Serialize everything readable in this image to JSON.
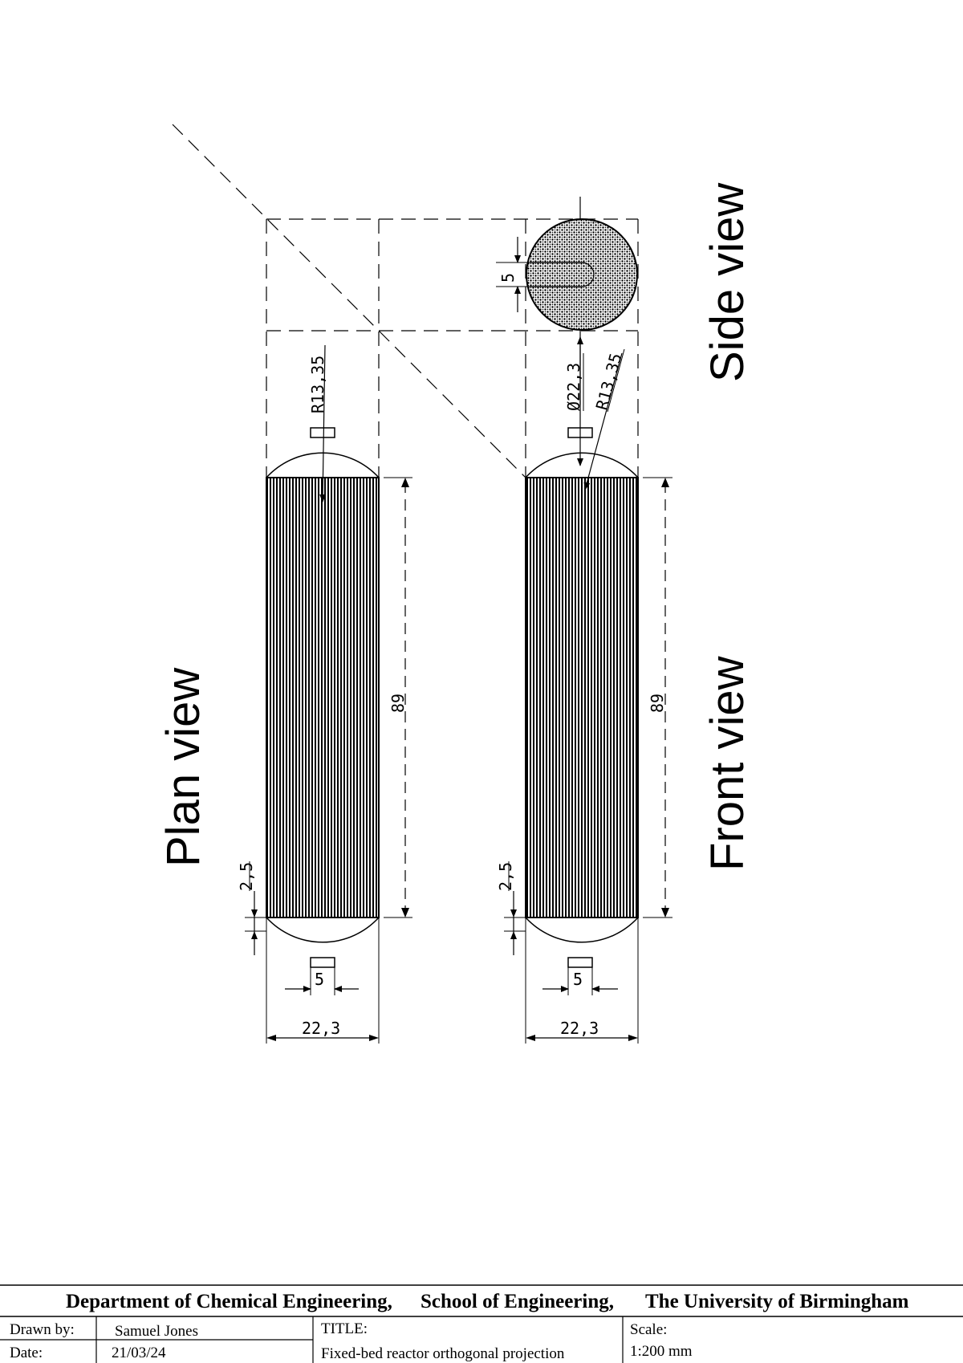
{
  "views": {
    "plan": "Plan view",
    "front": "Front view",
    "side": "Side view"
  },
  "dimensions": {
    "plan_radius": "R13,35",
    "plan_length": "89",
    "plan_offset": "2,5",
    "plan_nozzle": "5",
    "plan_width": "22,3",
    "front_diameter": "Ø22,3",
    "front_radius": "R13,35",
    "front_length": "89",
    "front_offset": "2,5",
    "front_nozzle": "5",
    "front_width": "22,3",
    "side_nozzle": "5"
  },
  "title_block": {
    "department": "Department of Chemical Engineering,",
    "school": "School of Engineering,",
    "university": "The University of Birmingham",
    "drawn_by_label": "Drawn by:",
    "drawn_by_value": "Samuel Jones",
    "date_label": "Date:",
    "date_value": "21/03/24",
    "title_label": "TITLE:",
    "title_value": "Fixed-bed reactor orthogonal projection",
    "scale_label": "Scale:",
    "scale_value": "1:200 mm"
  }
}
